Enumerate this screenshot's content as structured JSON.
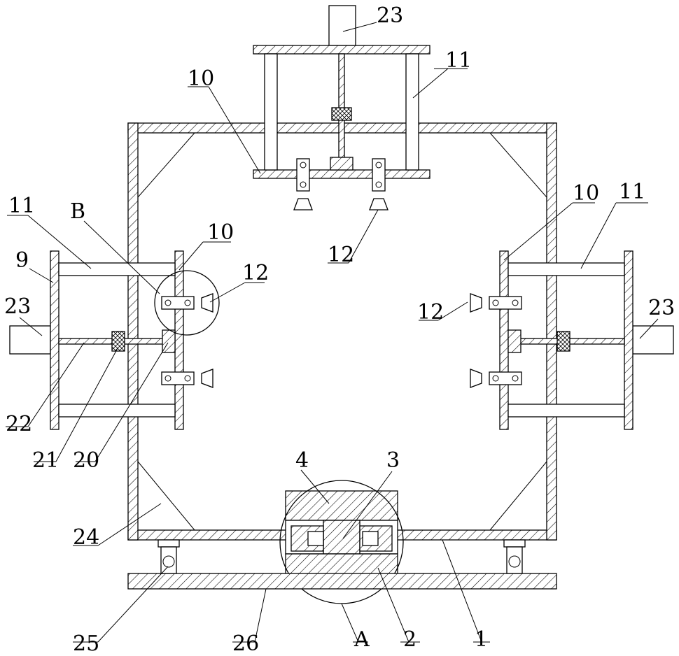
{
  "labels": {
    "frame_base": "1",
    "bearing_2": "2",
    "shaft_3": "3",
    "block_4": "4",
    "side_plate_9": "9",
    "top_plate_10": "10",
    "left_plate_10": "10",
    "right_plate_10": "10",
    "top_rod_11": "11",
    "left_rod_11": "11",
    "right_rod_11": "11",
    "top_clamp_12": "12",
    "left_clamp_12": "12",
    "right_clamp_12": "12",
    "nut_20": "20",
    "bearing_21": "21",
    "screw_22": "22",
    "top_motor_23": "23",
    "left_motor_23": "23",
    "right_motor_23": "23",
    "brace_24": "24",
    "wheel_25": "25",
    "base_plate_26": "26",
    "detail_A": "A",
    "detail_B": "B"
  }
}
